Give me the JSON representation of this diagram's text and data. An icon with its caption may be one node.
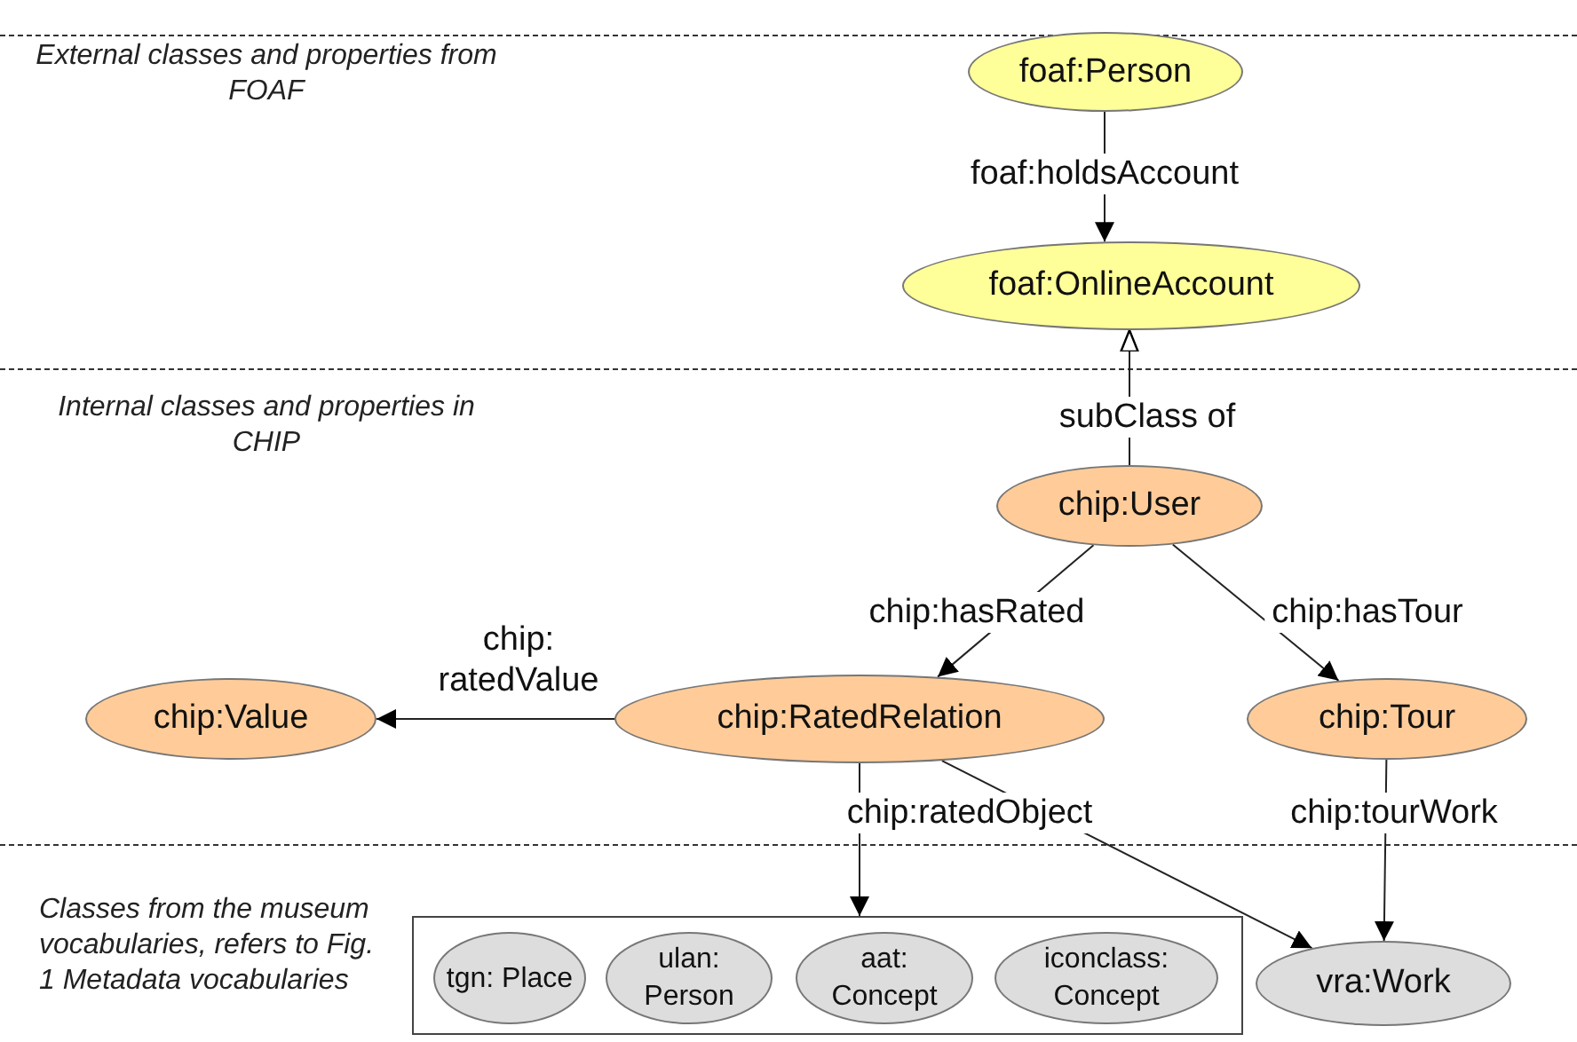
{
  "diagram": {
    "nodes": [
      {
        "text": [
          "foaf:Person"
        ]
      },
      {
        "text": [
          "foaf:OnlineAccount"
        ]
      },
      {
        "text": [
          "chip:User"
        ]
      },
      {
        "text": [
          "chip:Value"
        ]
      },
      {
        "text": [
          "chip:RatedRelation"
        ]
      },
      {
        "text": [
          "chip:Tour"
        ]
      },
      {
        "text": [],
        "shape": "box"
      },
      {
        "text": [
          "tgn: Place"
        ],
        "in": 6
      },
      {
        "text": [
          "ulan: Person"
        ],
        "in": 6
      },
      {
        "text": [
          "aat: Concept"
        ],
        "in": 6
      },
      {
        "text": [
          "iconclass: Concept"
        ],
        "in": 6
      },
      {
        "text": [
          "vra:Work"
        ]
      }
    ],
    "edges": [
      {
        "from": 0,
        "to": 1,
        "arrow": "to",
        "label": "foaf:holdsAccount"
      },
      {
        "from": 2,
        "to": 1,
        "arrow": "to",
        "label": "subClass of"
      },
      {
        "from": 2,
        "to": 4,
        "arrow": "to",
        "label": "chip:hasRated"
      },
      {
        "from": 2,
        "to": 5,
        "arrow": "to",
        "label": "chip:hasTour"
      },
      {
        "from": 4,
        "to": 3,
        "arrow": "to",
        "label": "chip: ratedValue"
      },
      {
        "from": 4,
        "to": 6,
        "arrow": "to",
        "label": "chip:ratedObject"
      },
      {
        "from": 4,
        "to": 11,
        "arrow": "to"
      },
      {
        "from": 5,
        "to": 11,
        "arrow": "to",
        "label": "chip:tourWork"
      }
    ],
    "labels": [
      "External classes and properties from FOAF",
      "Internal classes and properties in CHIP",
      "Classes from the museum vocabularies, refers to Fig. 1 Metadata vocabularies"
    ]
  }
}
